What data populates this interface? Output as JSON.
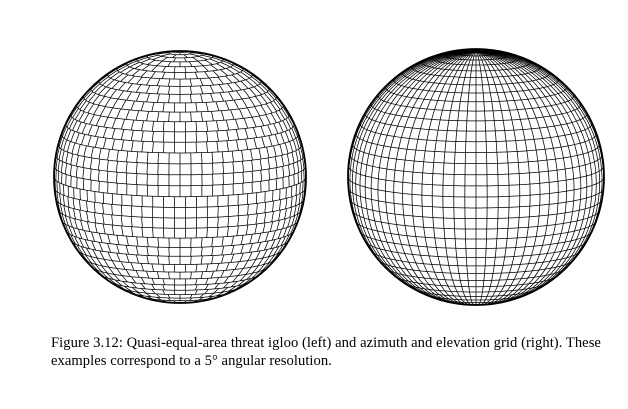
{
  "figure": {
    "label": "Figure 3.12:",
    "caption_text": "Quasi-equal-area threat igloo (left) and azimuth and elevation grid (right). These examples correspond to a 5° angular resolution.",
    "panels": [
      {
        "name": "quasi-equal-area threat igloo",
        "position": "left"
      },
      {
        "name": "azimuth and elevation grid",
        "position": "right"
      }
    ],
    "angular_resolution_deg": 5,
    "line_color": "#000000",
    "background_color": "#ffffff"
  }
}
